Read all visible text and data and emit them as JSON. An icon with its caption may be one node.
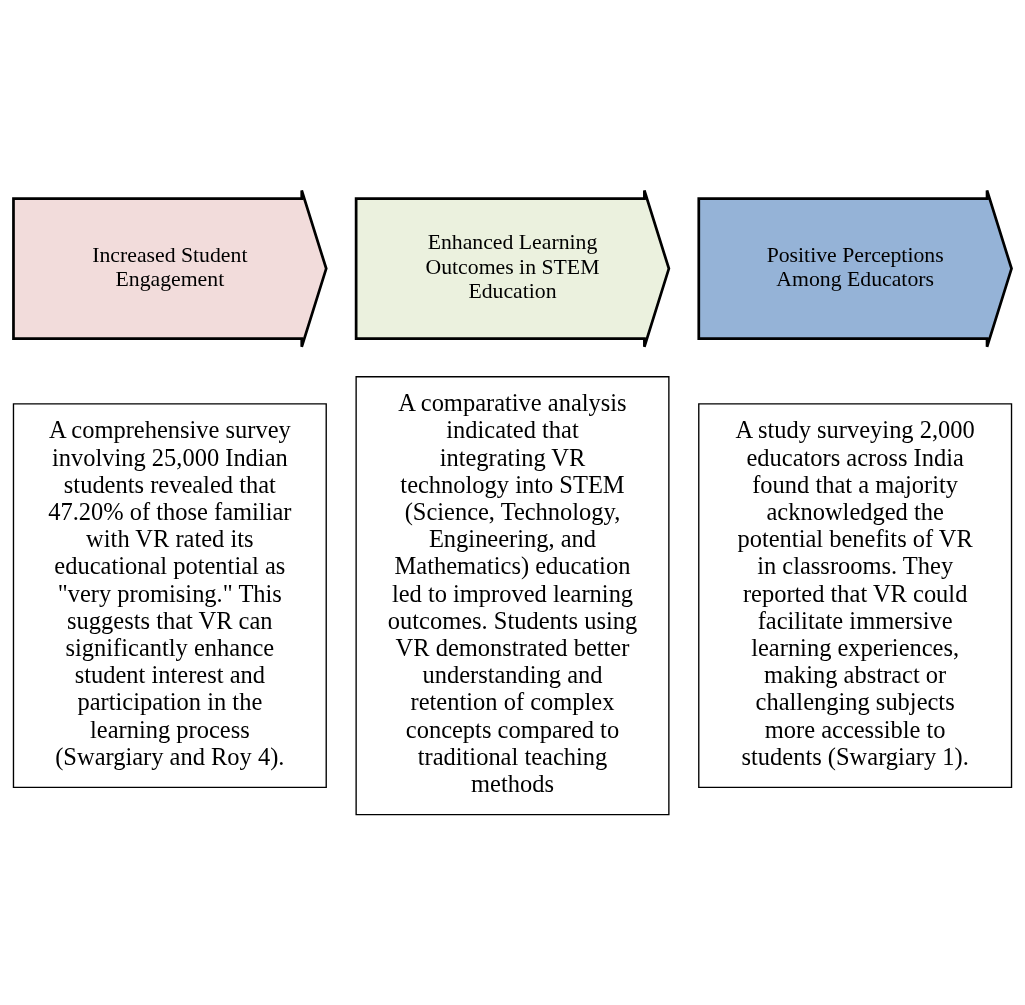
{
  "diagram": {
    "nodes": [
      {
        "text": [
          "Increased Student Engagement"
        ]
      },
      {
        "text": [
          "Enhanced Learning Outcomes in STEM Education"
        ]
      },
      {
        "text": [
          "Positive Perceptions Among Educators"
        ]
      },
      {
        "text": [
          "A comprehensive survey involving 25,000 Indian students revealed that 47.20% of those familiar with VR rated its educational potential as \"very promising.\" This suggests that VR can significantly enhance student interest and participation in the learning process (Swargiary and Roy 4)."
        ]
      },
      {
        "text": [
          "A comparative analysis indicated that integrating VR technology into STEM (Science, Technology, Engineering, and Mathematics) education led to improved learning outcomes. Students using VR demonstrated better understanding and retention of complex concepts compared to traditional teaching methods"
        ]
      },
      {
        "text": [
          "A study surveying 2,000 educators across India found that a majority acknowledged the potential benefits of VR in classrooms. They reported that VR could facilitate immersive learning experiences, making abstract or challenging subjects more accessible to students (Swargiary 1)."
        ]
      }
    ],
    "edges": []
  }
}
